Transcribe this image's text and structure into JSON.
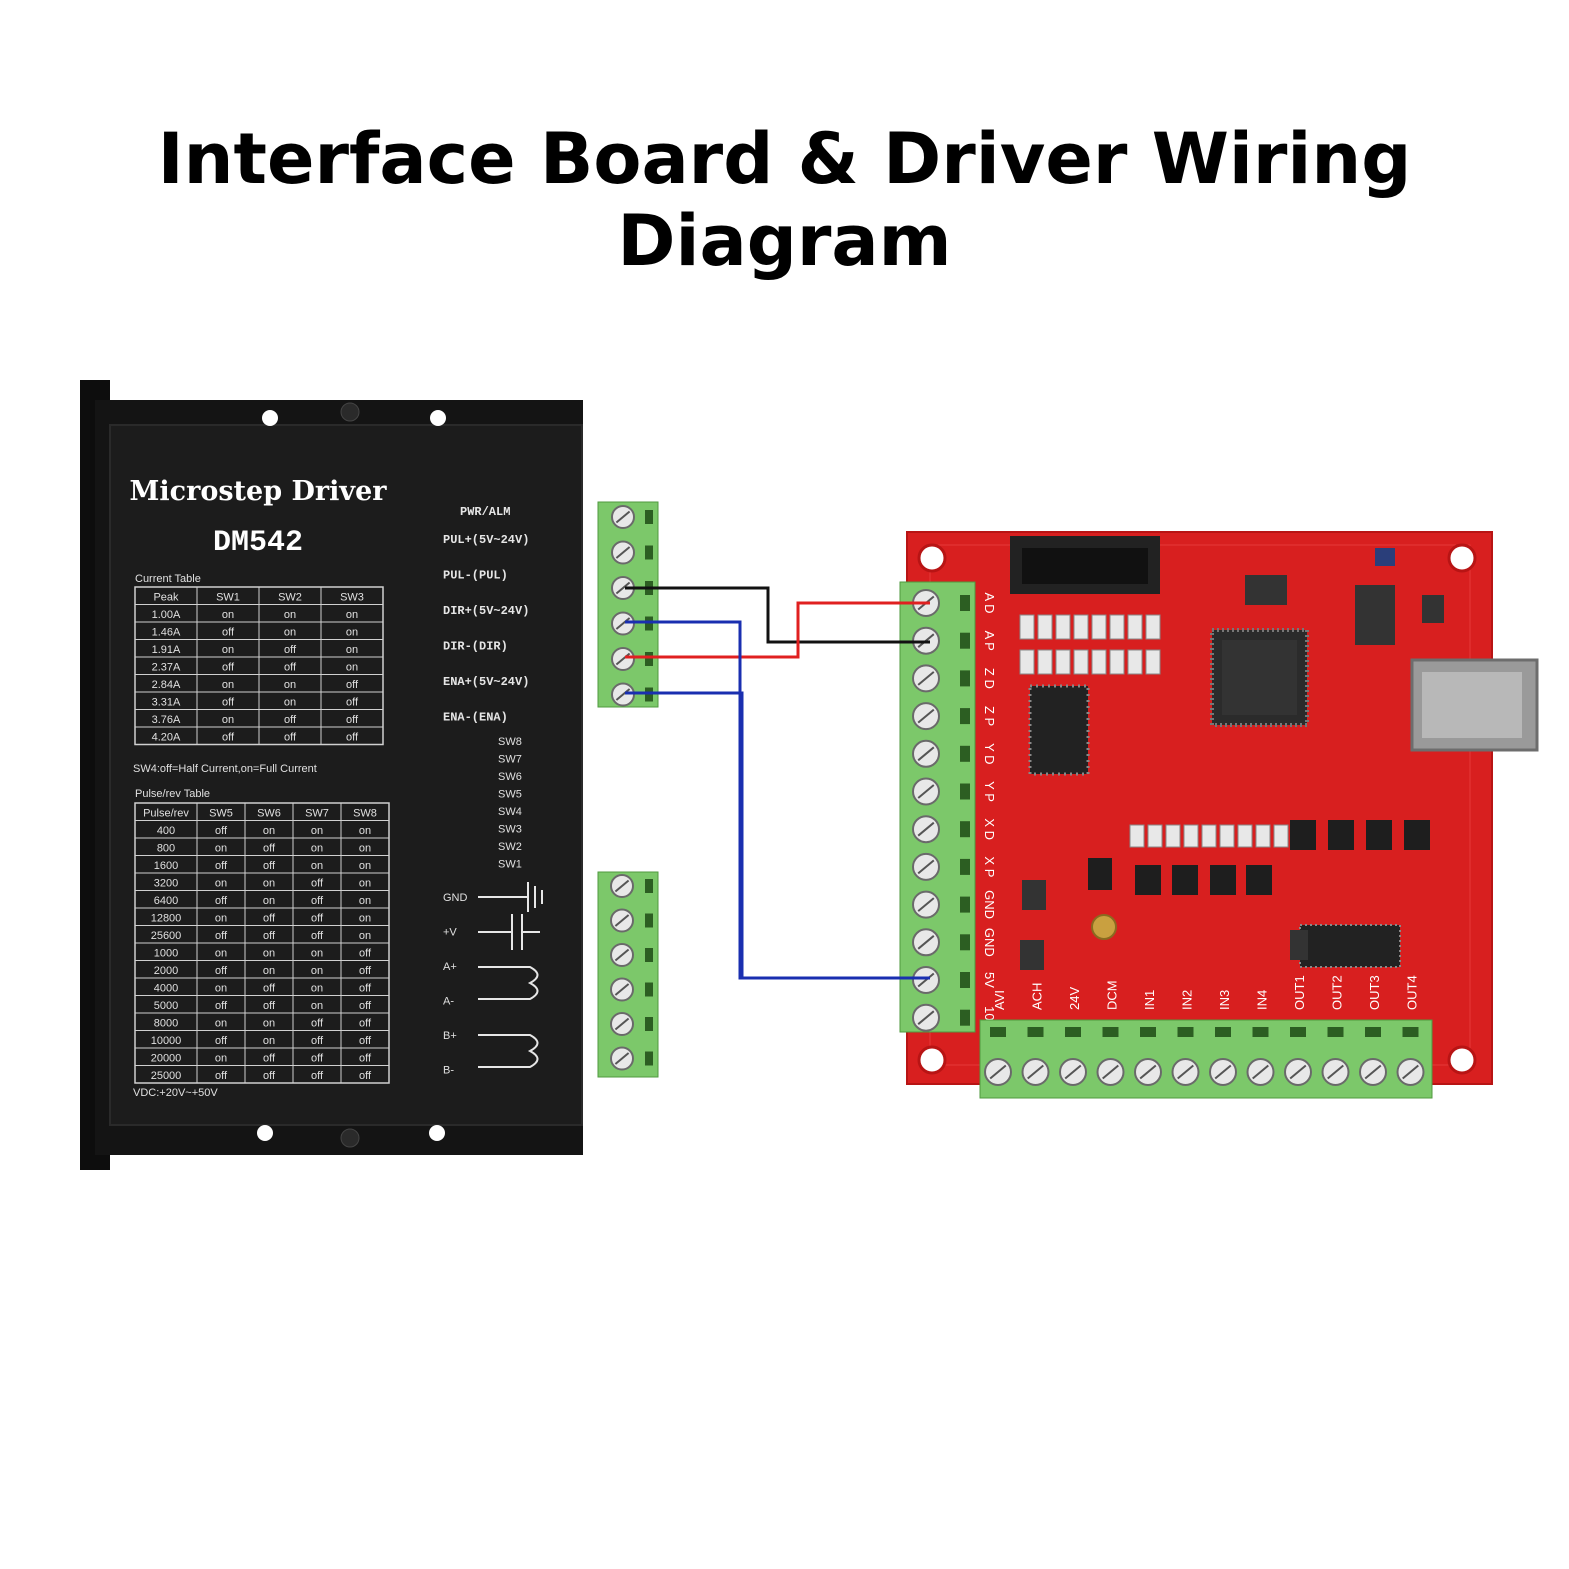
{
  "title": "Interface Board & Driver Wiring Diagram",
  "colors": {
    "driver_body": "#141414",
    "pcb": "#d81f1f",
    "terminal": "#7cc86a",
    "wire_black": "#111111",
    "wire_red": "#e02020",
    "wire_blue": "#1a2fb0"
  },
  "driver": {
    "brand": "Microstep Driver",
    "model": "DM542",
    "current_table_title": "Current Table",
    "current_headers": [
      "Peak",
      "SW1",
      "SW2",
      "SW3"
    ],
    "current_rows": [
      [
        "1.00A",
        "on",
        "on",
        "on"
      ],
      [
        "1.46A",
        "off",
        "on",
        "on"
      ],
      [
        "1.91A",
        "on",
        "off",
        "on"
      ],
      [
        "2.37A",
        "off",
        "off",
        "on"
      ],
      [
        "2.84A",
        "on",
        "on",
        "off"
      ],
      [
        "3.31A",
        "off",
        "on",
        "off"
      ],
      [
        "3.76A",
        "on",
        "off",
        "off"
      ],
      [
        "4.20A",
        "off",
        "off",
        "off"
      ]
    ],
    "sw4_note": "SW4:off=Half Current,on=Full Current",
    "pulse_table_title": "Pulse/rev Table",
    "pulse_headers": [
      "Pulse/rev",
      "SW5",
      "SW6",
      "SW7",
      "SW8"
    ],
    "pulse_rows": [
      [
        "400",
        "off",
        "on",
        "on",
        "on"
      ],
      [
        "800",
        "on",
        "off",
        "on",
        "on"
      ],
      [
        "1600",
        "off",
        "off",
        "on",
        "on"
      ],
      [
        "3200",
        "on",
        "on",
        "off",
        "on"
      ],
      [
        "6400",
        "off",
        "on",
        "off",
        "on"
      ],
      [
        "12800",
        "on",
        "off",
        "off",
        "on"
      ],
      [
        "25600",
        "off",
        "off",
        "off",
        "on"
      ],
      [
        "1000",
        "on",
        "on",
        "on",
        "off"
      ],
      [
        "2000",
        "off",
        "on",
        "on",
        "off"
      ],
      [
        "4000",
        "on",
        "off",
        "on",
        "off"
      ],
      [
        "5000",
        "off",
        "off",
        "on",
        "off"
      ],
      [
        "8000",
        "on",
        "on",
        "off",
        "off"
      ],
      [
        "10000",
        "off",
        "on",
        "off",
        "off"
      ],
      [
        "20000",
        "on",
        "off",
        "off",
        "off"
      ],
      [
        "25000",
        "off",
        "off",
        "off",
        "off"
      ]
    ],
    "vdc_note": "VDC:+20V~+50V",
    "pwr_alm": "PWR/ALM",
    "signal_labels": [
      "PUL+(5V~24V)",
      "PUL-(PUL)",
      "DIR+(5V~24V)",
      "DIR-(DIR)",
      "ENA+(5V~24V)",
      "ENA-(ENA)"
    ],
    "switch_labels": [
      "SW8",
      "SW7",
      "SW6",
      "SW5",
      "SW4",
      "SW3",
      "SW2",
      "SW1"
    ],
    "power_labels": [
      "GND",
      "+V",
      "A+",
      "A-",
      "B+",
      "B-"
    ]
  },
  "board": {
    "left_terminal_labels": [
      "A D",
      "A P",
      "Z D",
      "Z P",
      "Y D",
      "Y P",
      "X D",
      "X P",
      "GND",
      "GND",
      "5V",
      "10V"
    ],
    "bottom_terminal_labels": [
      "AVI",
      "ACH",
      "24V",
      "DCM",
      "IN1",
      "IN2",
      "IN3",
      "IN4",
      "OUT1",
      "OUT2",
      "OUT3",
      "OUT4"
    ]
  }
}
